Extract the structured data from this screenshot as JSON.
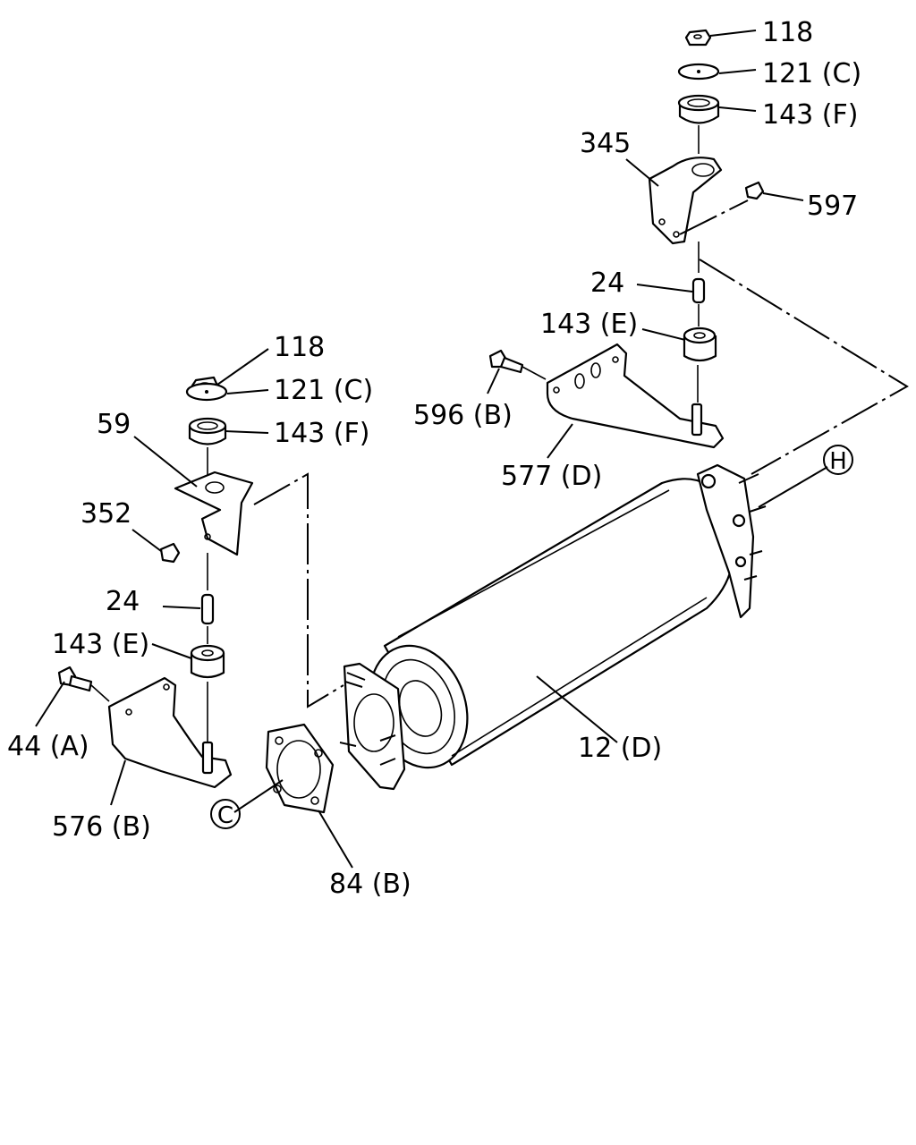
{
  "labels": {
    "top_right": {
      "nut": "118",
      "washer": "121 (C)",
      "bushing_upper": "143 (F)",
      "bracket": "345",
      "nut_side": "597",
      "collar": "24",
      "bushing_lower": "143 (E)",
      "bolt": "596 (B)",
      "hanger": "577 (D)"
    },
    "top_left": {
      "nut": "118",
      "washer": "121 (C)",
      "bushing_upper": "143 (F)",
      "bracket": "59",
      "nut_side": "352",
      "collar": "24",
      "bushing_lower": "143 (E)",
      "bolt": "44 (A)",
      "hanger": "576 (B)"
    },
    "muffler": "12 (D)",
    "gasket": "84 (B)",
    "ref_h": "H",
    "ref_c": "C"
  }
}
